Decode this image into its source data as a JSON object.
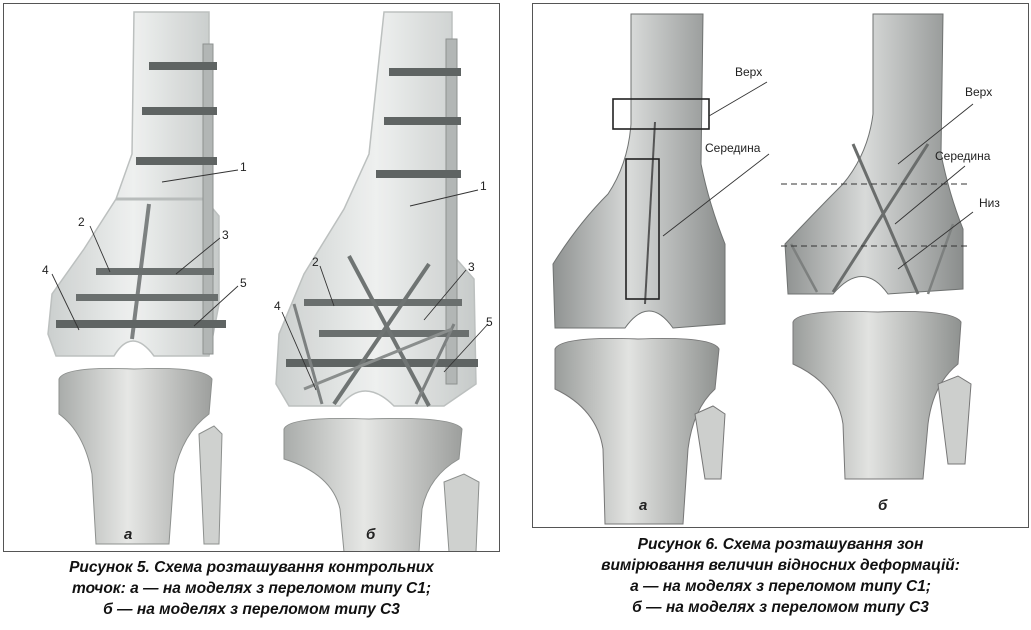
{
  "figure5": {
    "panel_a_label": "а",
    "panel_b_label": "б",
    "point_labels": [
      "1",
      "2",
      "3",
      "4",
      "5"
    ],
    "caption_lines": [
      "Рисунок 5. Схема розташування контрольних",
      "точок: а — на моделях з переломом типу С1;",
      "б — на моделях з переломом типу С3"
    ]
  },
  "figure6": {
    "panel_a_label": "а",
    "panel_b_label": "б",
    "zone_top": "Верх",
    "zone_middle": "Середина",
    "zone_bottom": "Низ",
    "caption_lines": [
      "Рисунок 6. Схема розташування зон",
      "вимірювання величин відносних деформацій:",
      "а — на моделях з переломом типу С1;",
      "б — на моделях з переломом типу С3"
    ]
  }
}
